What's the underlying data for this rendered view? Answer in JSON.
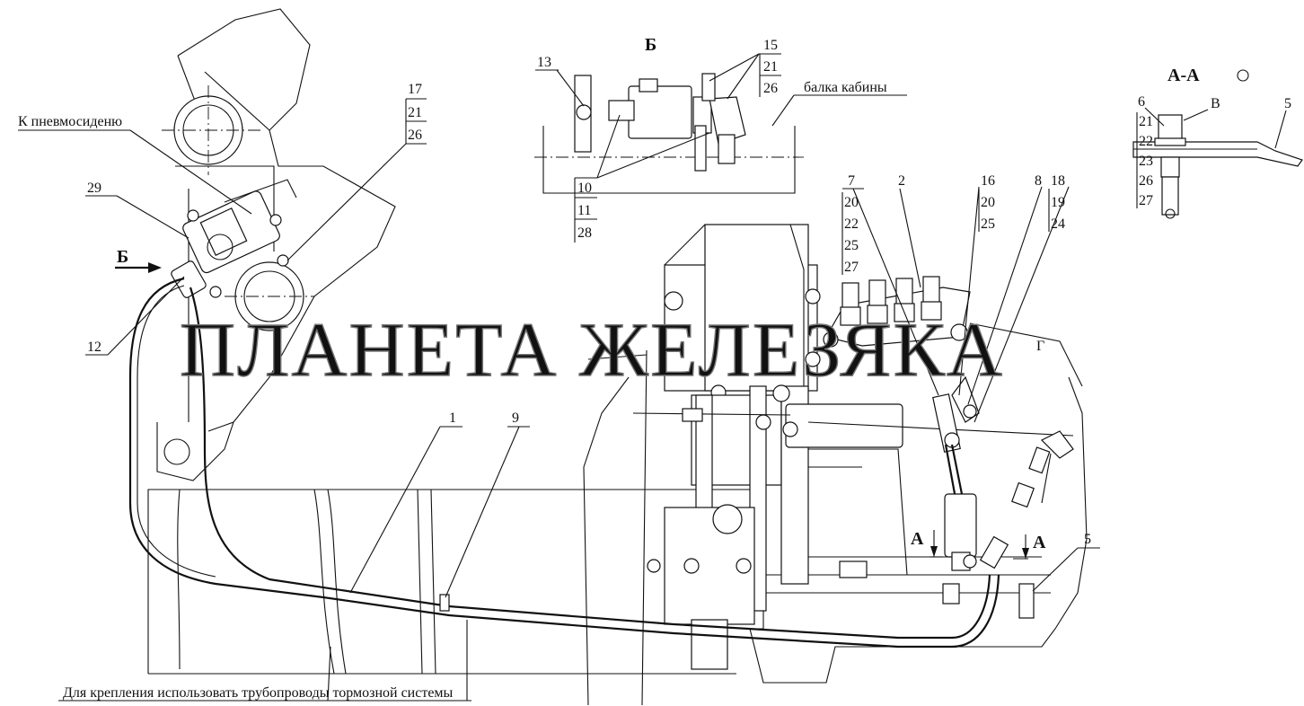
{
  "watermark": "ПЛАНЕТА ЖЕЛЕЗЯКА",
  "labels": {
    "pneumoseat": "К пневмосиденю",
    "cab_beam": "балка кабины",
    "fastening_note": "Для крепления использовать трубопроводы тормозной системы",
    "view_b": "Б",
    "view_b_arrow": "Б",
    "section_aa": "А-А",
    "letter_v": "В",
    "letter_g": "Г",
    "section_a_left": "А",
    "section_a_right": "А"
  },
  "callouts": {
    "c1": "1",
    "c2": "2",
    "c5a": "5",
    "c5b": "5",
    "c6": "6",
    "c7": "7",
    "c8": "8",
    "c9": "9",
    "c12": "12",
    "c13": "13",
    "c29": "29",
    "s15": [
      "15",
      "21",
      "26"
    ],
    "s10": [
      "10",
      "11",
      "28"
    ],
    "s16": [
      "16",
      "20",
      "25"
    ],
    "s17": [
      "17",
      "21",
      "26"
    ],
    "s18": [
      "18",
      "19",
      "24"
    ],
    "s7": [
      "20",
      "22",
      "25",
      "27"
    ],
    "s6": [
      "21",
      "22",
      "23",
      "26",
      "27"
    ]
  }
}
